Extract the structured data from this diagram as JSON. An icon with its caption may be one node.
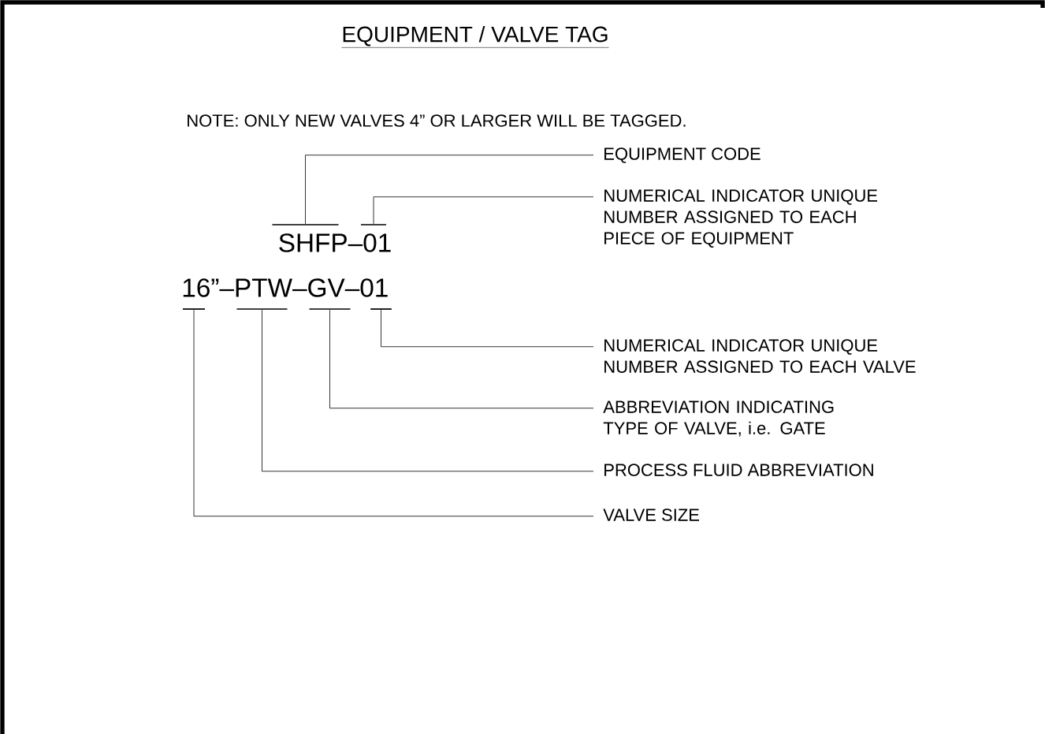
{
  "diagram": {
    "title": "EQUIPMENT / VALVE TAG",
    "nodes": [
      {
        "text": [
          "EQUIPMENT CODE"
        ]
      },
      {
        "text": [
          "NUMERICAL INDICATOR UNIQUE NUMBER ASSIGNED TO EACH PIECE OF EQUIPMENT"
        ]
      },
      {
        "text": [
          "NUMERICAL INDICATOR UNIQUE NUMBER ASSIGNED TO EACH VALVE"
        ]
      },
      {
        "text": [
          "ABBREVIATION INDICATING TYPE OF VALVE, i.e. GATE"
        ]
      },
      {
        "text": [
          "PROCESS FLUID ABBREVIATION"
        ]
      },
      {
        "text": [
          "VALVE SIZE"
        ]
      },
      {
        "text": [],
        "shape": "bar"
      },
      {
        "text": [],
        "shape": "bar"
      },
      {
        "text": [],
        "shape": "bar"
      },
      {
        "text": [],
        "shape": "bar"
      },
      {
        "text": [],
        "shape": "bar"
      },
      {
        "text": [],
        "shape": "bar"
      }
    ],
    "edges": [
      {
        "from": 0,
        "to": 6,
        "arrow": "none"
      },
      {
        "from": 1,
        "to": 7,
        "arrow": "none"
      },
      {
        "from": 2,
        "to": 11,
        "arrow": "none"
      },
      {
        "from": 3,
        "to": 10,
        "arrow": "none"
      },
      {
        "from": 4,
        "to": 9,
        "arrow": "none"
      },
      {
        "from": 5,
        "to": 8,
        "arrow": "none"
      }
    ],
    "labels": [
      "NOTE: ONLY NEW VALVES 4” OR LARGER WILL BE TAGGED.",
      "SHFP–01",
      "16”–PTW–GV–01"
    ]
  }
}
